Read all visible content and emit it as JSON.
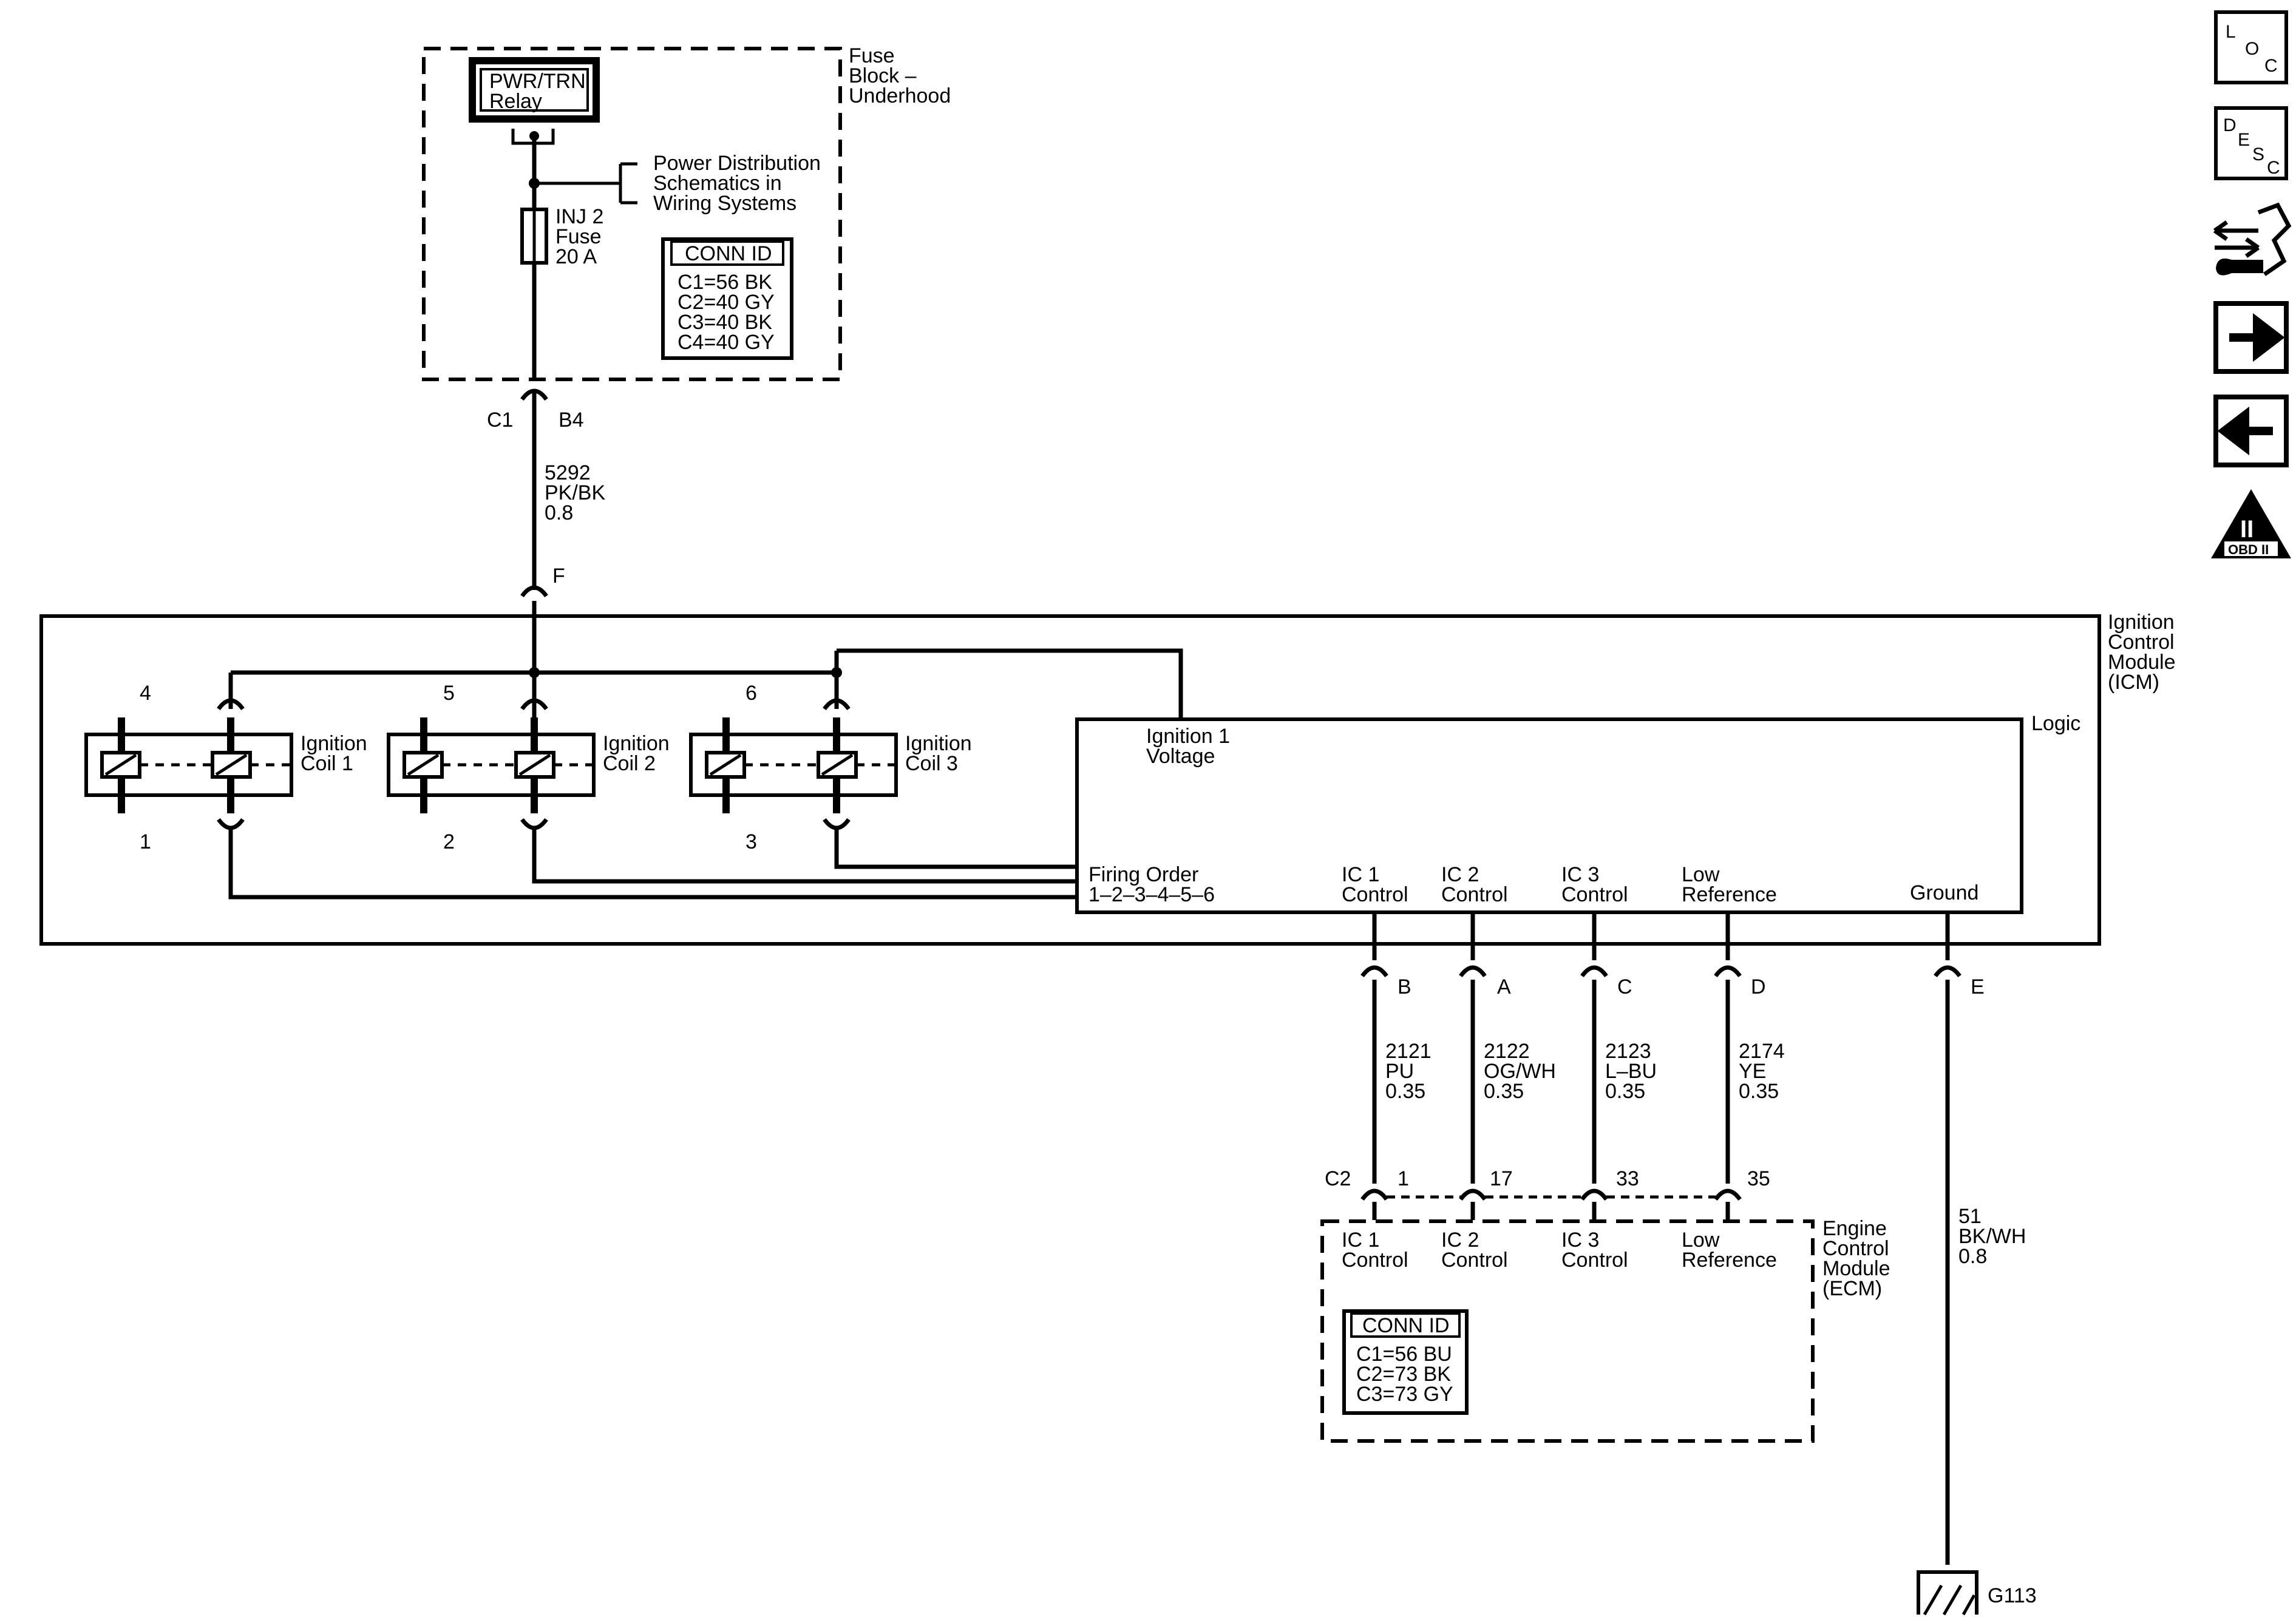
{
  "fuse_block": {
    "relay": [
      "PWR/TRN",
      "Relay"
    ],
    "title": [
      "Fuse",
      "Block –",
      "Underhood"
    ],
    "power_ref": [
      "Power Distribution",
      "Schematics in",
      "Wiring Systems"
    ],
    "fuse": [
      "INJ 2",
      "Fuse",
      "20 A"
    ],
    "conn_id_title": "CONN ID",
    "conn_ids": [
      "C1=56 BK",
      "C2=40 GY",
      "C3=40 BK",
      "C4=40 GY"
    ],
    "connector": "C1",
    "pin": "B4"
  },
  "feed_wire": {
    "lines": [
      "5292",
      "PK/BK",
      "0.8"
    ],
    "icm_pin": "F"
  },
  "icm": {
    "title": [
      "Ignition",
      "Control",
      "Module",
      "(ICM)"
    ],
    "logic_label": "Logic",
    "ignition_voltage": [
      "Ignition 1",
      "Voltage"
    ],
    "firing_order": [
      "Firing Order",
      "1–2–3–4–5–6"
    ],
    "coils": [
      {
        "label": [
          "Ignition",
          "Coil 1"
        ],
        "top_pin": "4",
        "bottom_pin": "1"
      },
      {
        "label": [
          "Ignition",
          "Coil 2"
        ],
        "top_pin": "5",
        "bottom_pin": "2"
      },
      {
        "label": [
          "Ignition",
          "Coil 3"
        ],
        "top_pin": "6",
        "bottom_pin": "3"
      }
    ],
    "outputs": [
      {
        "label": [
          "IC 1",
          "Control"
        ],
        "pin": "B"
      },
      {
        "label": [
          "IC 2",
          "Control"
        ],
        "pin": "A"
      },
      {
        "label": [
          "IC 3",
          "Control"
        ],
        "pin": "C"
      },
      {
        "label": [
          "Low",
          "Reference"
        ],
        "pin": "D"
      },
      {
        "label": [
          "Ground"
        ],
        "pin": "E"
      }
    ]
  },
  "wires": [
    {
      "lines": [
        "2121",
        "PU",
        "0.35"
      ],
      "ecm_pin": "1"
    },
    {
      "lines": [
        "2122",
        "OG/WH",
        "0.35"
      ],
      "ecm_pin": "17"
    },
    {
      "lines": [
        "2123",
        "L–BU",
        "0.35"
      ],
      "ecm_pin": "33"
    },
    {
      "lines": [
        "2174",
        "YE",
        "0.35"
      ],
      "ecm_pin": "35"
    }
  ],
  "ground_wire": {
    "lines": [
      "51",
      "BK/WH",
      "0.8"
    ],
    "ground": "G113"
  },
  "ecm": {
    "connector": "C2",
    "title": [
      "Engine",
      "Control",
      "Module",
      "(ECM)"
    ],
    "inputs": [
      [
        "IC 1",
        "Control"
      ],
      [
        "IC 2",
        "Control"
      ],
      [
        "IC 3",
        "Control"
      ],
      [
        "Low",
        "Reference"
      ]
    ],
    "conn_id_title": "CONN ID",
    "conn_ids": [
      "C1=56 BU",
      "C2=73 BK",
      "C3=73 GY"
    ]
  },
  "nav": {
    "loc": [
      "L",
      "O",
      "C"
    ],
    "desc": [
      "D",
      "E",
      "S",
      "C"
    ],
    "obd": [
      "II",
      "OBD II"
    ],
    "icons": [
      "connector-service-icon",
      "arrow-right-icon",
      "arrow-left-icon"
    ]
  }
}
